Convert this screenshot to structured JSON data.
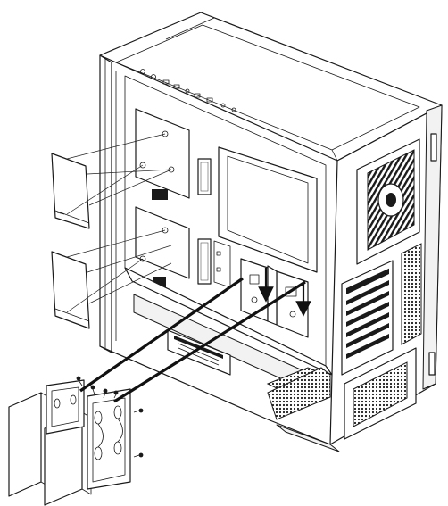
{
  "figure": {
    "description_kind": "assembly-illustration",
    "steps_shown": 2,
    "drive_cages_total": 2,
    "screws_per_bracket": 4
  }
}
